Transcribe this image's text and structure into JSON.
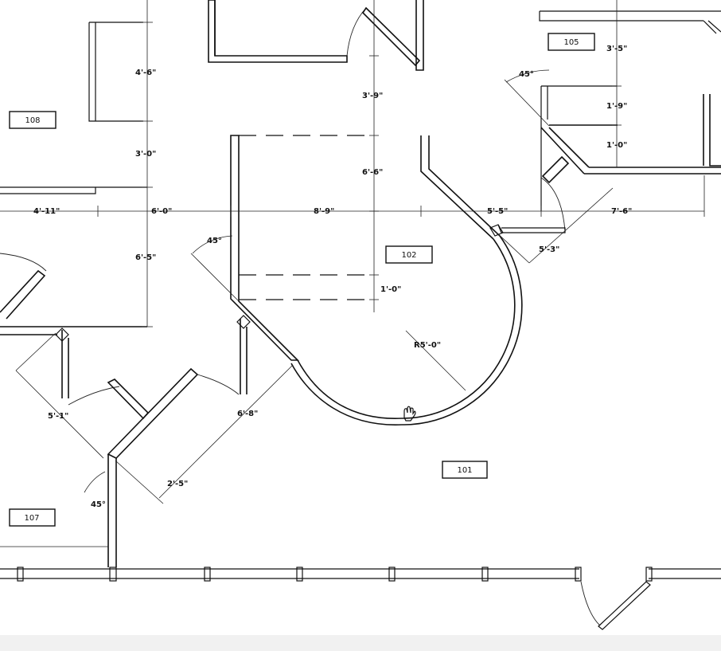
{
  "rooms": {
    "r108": "108",
    "r105": "105",
    "r102": "102",
    "r101": "101",
    "r107": "107"
  },
  "dimensions": {
    "d_4_6": "4'-6\"",
    "d_3_0": "3'-0\"",
    "d_3_9": "3'-9\"",
    "d_6_6": "6'-6\"",
    "d_3_5": "3'-5\"",
    "d_1_9": "1'-9\"",
    "d_1_0_top": "1'-0\"",
    "d_45_top": "45°",
    "d_4_11": "4'-11\"",
    "d_6_0": "6'-0\"",
    "d_8_9": "8'-9\"",
    "d_5_5": "5'-5\"",
    "d_7_6": "7'-6\"",
    "d_6_5": "6'-5\"",
    "d_45_left": "45°",
    "d_1_0": "1'-0\"",
    "d_r5_0": "R5'-0\"",
    "d_5_3": "5'-3\"",
    "d_5_1": "5'-1\"",
    "d_6_8": "6'-8\"",
    "d_2_5": "2'-5\"",
    "d_45_bottom": "45°"
  }
}
